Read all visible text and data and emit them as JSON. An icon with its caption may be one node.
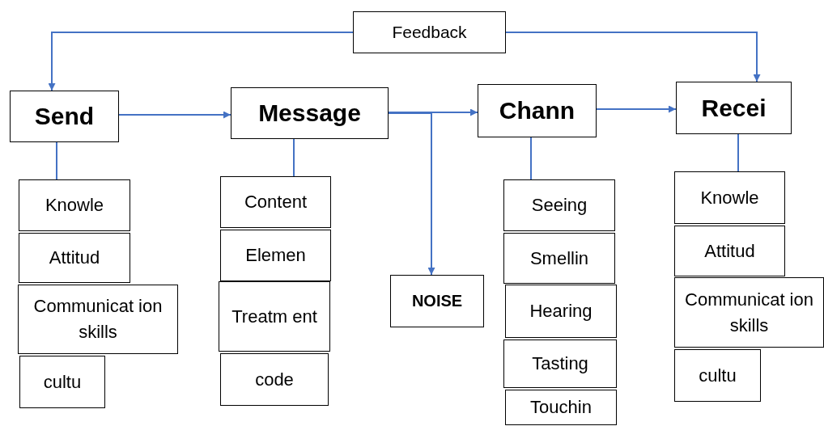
{
  "diagram": {
    "nodes": [
      {
        "text": [
          "Feedback"
        ]
      },
      {
        "text": [
          "Send"
        ]
      },
      {
        "text": [
          "Message"
        ]
      },
      {
        "text": [
          "Chann"
        ]
      },
      {
        "text": [
          "Recei"
        ]
      },
      {
        "text": [
          "NOISE"
        ]
      },
      {
        "text": [
          "Knowle"
        ]
      },
      {
        "text": [
          "Attitud"
        ]
      },
      {
        "text": [
          "Communicat ion skills"
        ]
      },
      {
        "text": [
          "cultu"
        ]
      },
      {
        "text": [
          "Content"
        ]
      },
      {
        "text": [
          "Elemen"
        ]
      },
      {
        "text": [
          "Treatm ent"
        ]
      },
      {
        "text": [
          "code"
        ]
      },
      {
        "text": [
          "Seeing"
        ]
      },
      {
        "text": [
          "Smellin"
        ]
      },
      {
        "text": [
          "Hearing"
        ]
      },
      {
        "text": [
          "Tasting"
        ]
      },
      {
        "text": [
          "Touchin"
        ]
      },
      {
        "text": [
          "Knowle"
        ]
      },
      {
        "text": [
          "Attitud"
        ]
      },
      {
        "text": [
          "Communicat ion skills"
        ]
      },
      {
        "text": [
          "cultu"
        ]
      }
    ],
    "edges": [
      {
        "from": 0,
        "to": 1,
        "arrow": "to"
      },
      {
        "from": 0,
        "to": 4,
        "arrow": "to"
      },
      {
        "from": 1,
        "to": 2,
        "arrow": "to"
      },
      {
        "from": 2,
        "to": 3,
        "arrow": "to"
      },
      {
        "from": 2,
        "to": 5,
        "arrow": "to"
      },
      {
        "from": 3,
        "to": 4,
        "arrow": "to"
      },
      {
        "from": 1,
        "to": 6,
        "arrow": "none"
      },
      {
        "from": 2,
        "to": 10,
        "arrow": "none"
      },
      {
        "from": 3,
        "to": 14,
        "arrow": "none"
      },
      {
        "from": 4,
        "to": 19,
        "arrow": "none"
      }
    ]
  }
}
